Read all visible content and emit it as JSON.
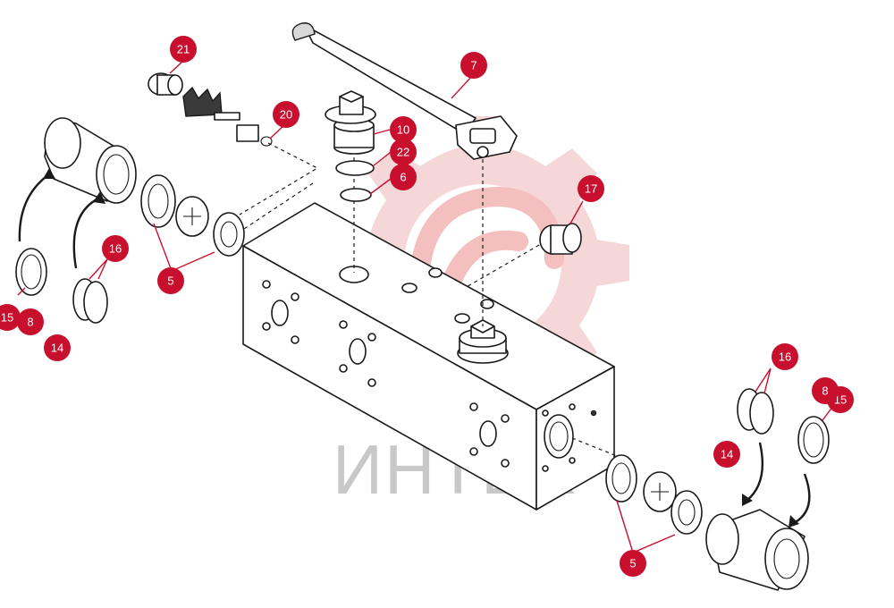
{
  "watermark": {
    "text": "ИНТЕХ",
    "logo_icon": "gear-logo-icon"
  },
  "colors": {
    "callout": "#c8102e",
    "line": "#1a1a1a",
    "watermark_logo": "#f6d3d3",
    "watermark_text": "#c8c8c8"
  },
  "callouts": [
    {
      "id": "c21",
      "label": "21"
    },
    {
      "id": "c7",
      "label": "7"
    },
    {
      "id": "c20",
      "label": "20"
    },
    {
      "id": "c10",
      "label": "10"
    },
    {
      "id": "c22",
      "label": "22"
    },
    {
      "id": "c6",
      "label": "6"
    },
    {
      "id": "c17",
      "label": "17"
    },
    {
      "id": "c16a",
      "label": "16"
    },
    {
      "id": "c5a",
      "label": "5"
    },
    {
      "id": "c15a",
      "label": "15"
    },
    {
      "id": "c8a",
      "label": "8"
    },
    {
      "id": "c14a",
      "label": "14"
    },
    {
      "id": "c16b",
      "label": "16"
    },
    {
      "id": "c8b",
      "label": "8"
    },
    {
      "id": "c15b",
      "label": "15"
    },
    {
      "id": "c14b",
      "label": "14"
    },
    {
      "id": "c5b",
      "label": "5"
    }
  ]
}
